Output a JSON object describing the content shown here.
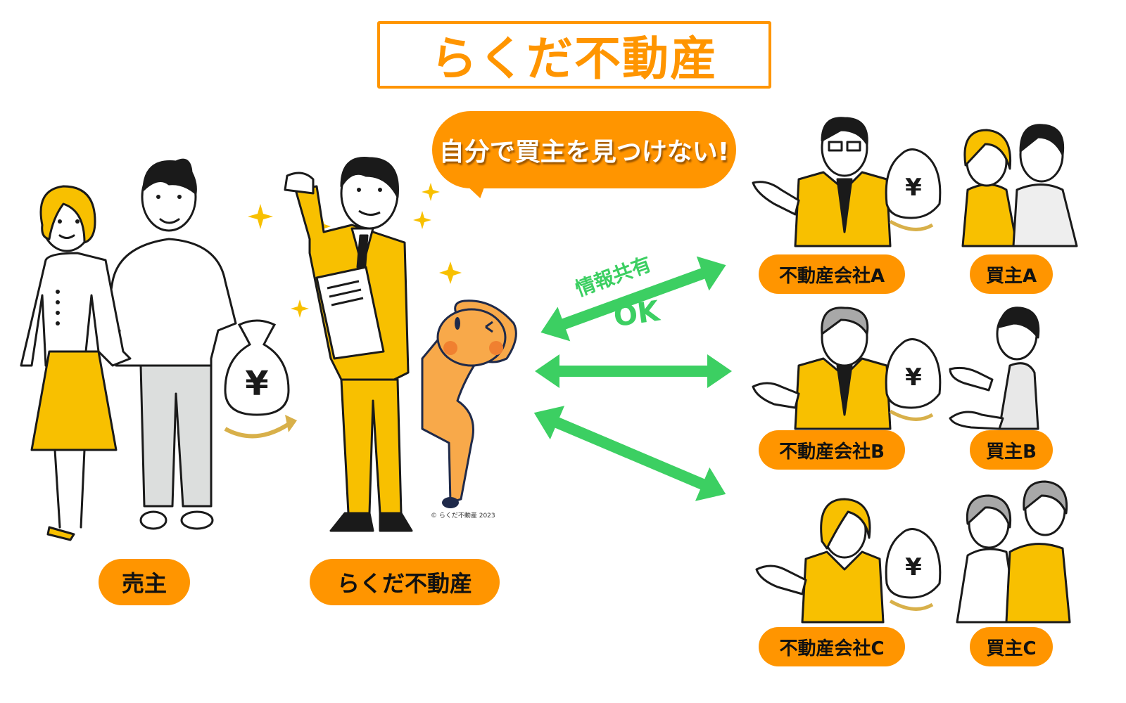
{
  "header": {
    "title": "らくだ不動産"
  },
  "speech_bubble": {
    "text": "自分で買主を見つけない!"
  },
  "arrows": {
    "top_label_line1": "情報共有",
    "top_label_line2": "OK",
    "color": "#3CCF62"
  },
  "left_side": {
    "seller_label": "売主",
    "agency_label": "らくだ不動産",
    "money_bag_symbol": "¥",
    "copyright": "© らくだ不動産 2023"
  },
  "right_side": {
    "rows": [
      {
        "company_label": "不動産会社A",
        "buyer_label": "買主A",
        "money_bag_symbol": "¥"
      },
      {
        "company_label": "不動産会社B",
        "buyer_label": "買主B",
        "money_bag_symbol": "¥"
      },
      {
        "company_label": "不動産会社C",
        "buyer_label": "買主C",
        "money_bag_symbol": "¥"
      }
    ]
  },
  "colors": {
    "accent_orange": "#FF9500",
    "suit_yellow": "#F8C000",
    "arrow_green": "#3CCF62",
    "camel_orange": "#F8A94A",
    "outline": "#1a1a1a"
  }
}
